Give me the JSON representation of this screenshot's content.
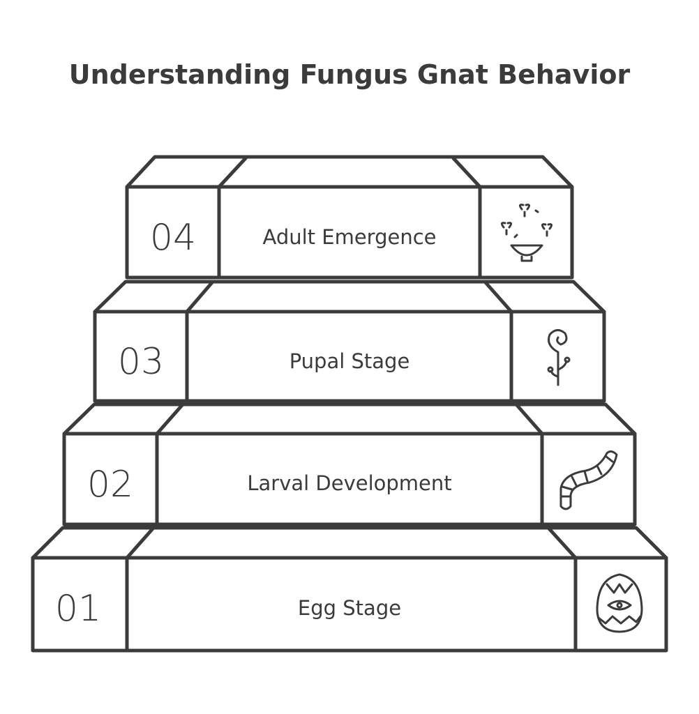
{
  "title": "Understanding Fungus Gnat Behavior",
  "steps": [
    {
      "number": "01",
      "label": "Egg Stage",
      "icon": "egg-icon"
    },
    {
      "number": "02",
      "label": "Larval Development",
      "icon": "larva-icon"
    },
    {
      "number": "03",
      "label": "Pupal Stage",
      "icon": "sprout-icon"
    },
    {
      "number": "04",
      "label": "Adult Emergence",
      "icon": "gnats-bowl-icon"
    }
  ]
}
